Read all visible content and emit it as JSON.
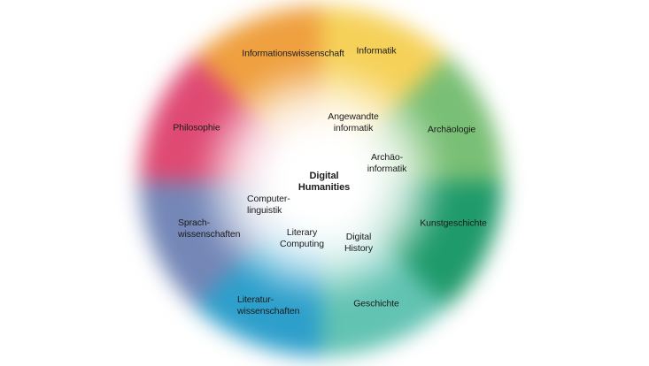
{
  "diagram": {
    "title": "Digital Humanities",
    "background_color": "#ffffff",
    "text_color": "#1c1c1c",
    "wheel": {
      "center_label": "Digital\nHumanities",
      "center_fade_color": "#ffffff",
      "segments": [
        {
          "label": "Informatik",
          "color": "#f6d159"
        },
        {
          "label": "Archäologie",
          "color": "#79bf75"
        },
        {
          "label": "Kunstgeschichte",
          "color": "#1f9a6b"
        },
        {
          "label": "Geschichte",
          "color": "#62c3b2"
        },
        {
          "label": "Literatur-\nwissenschaften",
          "color": "#2d9fcb"
        },
        {
          "label": "Sprach-\nwissenschaften",
          "color": "#7487b7"
        },
        {
          "label": "Philosophie",
          "color": "#df4a73"
        },
        {
          "label": "Informationswissenschaft",
          "color": "#efa03f"
        }
      ],
      "inner_labels": [
        {
          "label": "Angewandte\ninformatik"
        },
        {
          "label": "Archäo-\ninformatik"
        },
        {
          "label": "Computer-\nlinguistik"
        },
        {
          "label": "Literary\nComputing"
        },
        {
          "label": "Digital\nHistory"
        }
      ]
    }
  }
}
